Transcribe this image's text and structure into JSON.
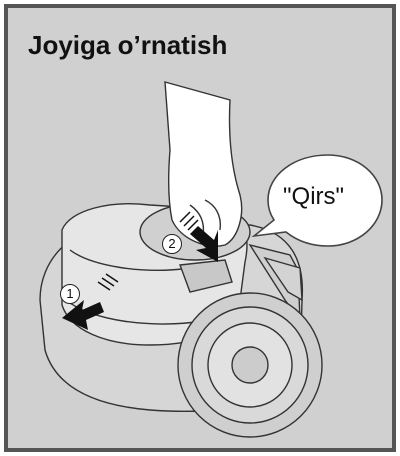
{
  "title": "Joyiga o’rnatish",
  "callout": {
    "text": "\"Qirs\""
  },
  "steps": [
    {
      "label": "1"
    },
    {
      "label": "2"
    }
  ],
  "colors": {
    "background": "#d0d0d0",
    "border": "#555555",
    "device": "#d9d9d9",
    "arrow": "#111111"
  },
  "icons": [
    "rotate-arrow-icon",
    "push-arrow-icon"
  ]
}
